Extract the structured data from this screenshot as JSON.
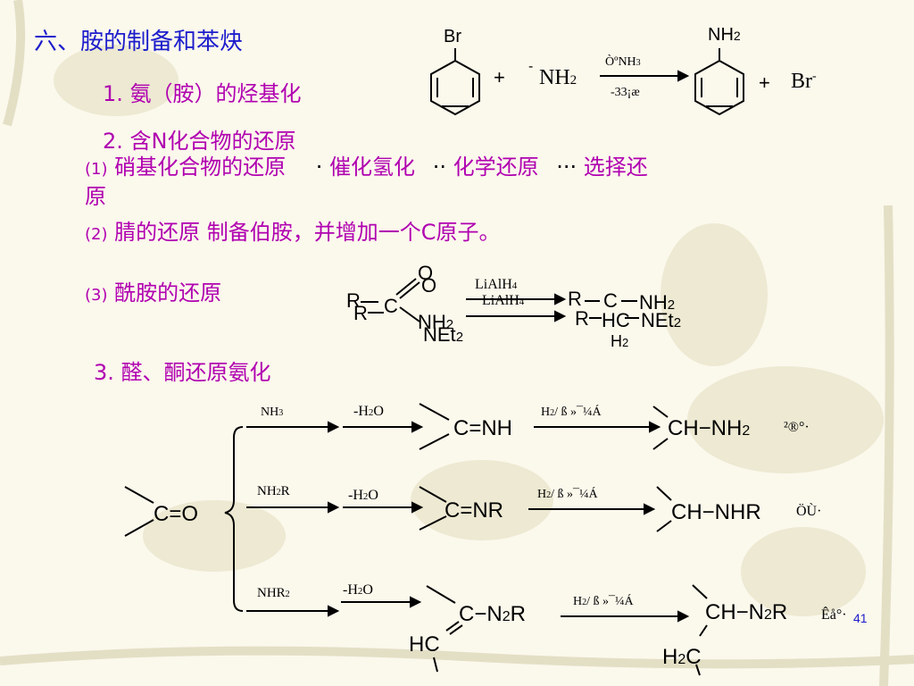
{
  "colors": {
    "blue": "#1d1dcc",
    "purple": "#b000b0",
    "bg": "#fbf8ec",
    "deco": "#c9c9a0"
  },
  "heading": "六、胺的制备和苯炔",
  "item1": {
    "label": "1. 氨（胺）的烃基化"
  },
  "item2": {
    "label": "2. 含N化合物的还原"
  },
  "sub1": {
    "num": "(1)",
    "text": "硝基化合物的还原",
    "dot1": "·",
    "m1": "催化氢化",
    "dot2": "··",
    "m2": "化学还原",
    "dot3": "···",
    "m3": "选择还",
    "wrap": "原"
  },
  "sub2": {
    "num": "(2)",
    "text": "腈的还原 制备伯胺，并增加一个C原子。"
  },
  "sub3": {
    "num": "(3)",
    "text": "酰胺的还原"
  },
  "item3": {
    "label": "3. 醛、酮还原氨化"
  },
  "rxn1": {
    "br": "Br",
    "plus1": "+",
    "nh2": "NH",
    "sub2": "2",
    "minus": "-",
    "cond_top": "ÒºNH",
    "cond_top_sub": "3",
    "cond_bot": "-33¡æ",
    "nh2_prod": "NH",
    "nh2_prod_sub": "2",
    "plus2": "+",
    "br_ion": "Br",
    "br_ion_sup": "-"
  },
  "amide": {
    "r1": "R",
    "c1": "C",
    "o": "O",
    "o2": "O",
    "nh2": "NH",
    "nh2_sub": "2",
    "net2": "NEt",
    "net2_sub": "2",
    "reag1": "LiAlH",
    "reag1_sub": "4",
    "reag2": "LiAlH",
    "reag2_sub": "4",
    "pr": "R",
    "pc": "C",
    "pnh2": "NH",
    "pnh2_sub": "2",
    "pr2": "R",
    "phc": "HC",
    "pnet2": "NEt",
    "pnet2_sub": "2",
    "ph2": "H",
    "ph2_sub": "2"
  },
  "reductive": {
    "ketone": "C=O",
    "row1": {
      "reagent": "NH",
      "reagent_sub": "3",
      "loss": "-H",
      "loss_sub": "2",
      "loss_o": "O",
      "imine": "C=NH",
      "cat": "H",
      "cat_sub": "2",
      "cat_rest": "/ ß »¯¼Á",
      "product": "CH−NH",
      "product_sub": "2",
      "note": "²®°·"
    },
    "row2": {
      "reagent": "NH",
      "reagent_sub": "2",
      "reagent_r": "R",
      "loss": "-H",
      "loss_sub": "2",
      "loss_o": "O",
      "imine": "C=NR",
      "cat": "H",
      "cat_sub": "2",
      "cat_rest": "/ ß »¯¼Á",
      "product": "CH−NHR",
      "note": "ÖÙ·"
    },
    "row3": {
      "reagent": "NHR",
      "reagent_sub": "2",
      "loss": "-H",
      "loss_sub": "2",
      "loss_o": "O",
      "imine": "C−N",
      "imine_sub": "2",
      "imine_r": "R",
      "hc": "HC",
      "cat": "H",
      "cat_sub": "2",
      "cat_rest": "/ ß »¯¼Á",
      "product": "CH−N",
      "product_sub": "2",
      "product_r": "R",
      "note": "Êå°·",
      "h2c": "H",
      "h2c_sub": "2",
      "h2c_c": "C"
    }
  },
  "page_number": "41"
}
